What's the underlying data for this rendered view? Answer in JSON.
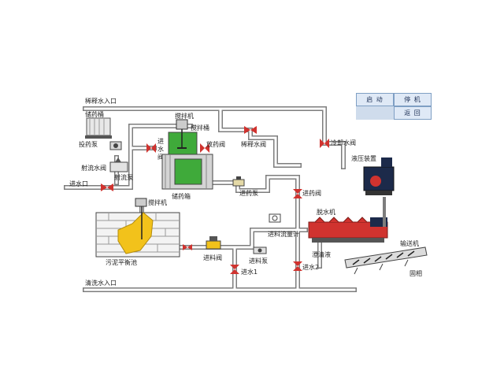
{
  "controls": {
    "start_label": "启 动",
    "stop_label": "停 机",
    "back_label": "返 回"
  },
  "labels": {
    "dilution_water_inlet": "稀释水入口",
    "chem_storage_tank": "储药桶",
    "dosing_pump": "投药泵",
    "jet_valve": "射流水阀",
    "jet_pump": "射流泵",
    "water_inlet": "进水口",
    "mixer_top": "搅拌机",
    "mixing_tank": "搅拌桶",
    "inlet_valve": "进水阀",
    "discharge_valve": "放药阀",
    "dilution_valve": "稀释水阀",
    "cooling_valve": "冷却水阀",
    "hydraulic_unit": "液压装置",
    "chem_storage_box": "储药箱",
    "chem_inlet_pump": "进药泵",
    "chem_inlet_valve": "进药阀",
    "dewatering_machine": "脱水机",
    "mixer_sludge": "搅拌机",
    "sludge_tank": "污泥平衡池",
    "feed_valve": "进料阀",
    "feed_pump": "进料泵",
    "feed_flowmeter": "进料流量计",
    "clarified_liquid": "澄清液",
    "conveyor": "输送机",
    "solid_phase": "固相",
    "water_in_1": "进水1",
    "water_in_2": "进水2",
    "wash_water_inlet": "清洗水入口"
  },
  "colors": {
    "pipe": "#7d7d7d",
    "pipe_inner": "#ffffff",
    "valve": "#d0332f",
    "chem_green": "#3faa3a",
    "sludge_yellow": "#f2c21b",
    "brick": "#f3f3f3",
    "machine_red": "#d0332f",
    "hydraulic_blue": "#1c2a4a",
    "panel_bg": "#cfdcec"
  },
  "icons": {
    "valve": "butterfly-valve-icon",
    "motor": "motor-icon",
    "pump": "pump-icon"
  }
}
